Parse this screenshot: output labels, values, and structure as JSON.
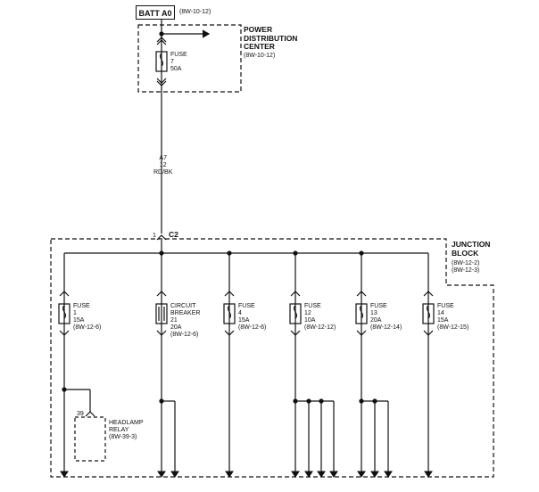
{
  "batt": {
    "label": "BATT A0",
    "ref": "(8W-10-12)"
  },
  "pdc": {
    "title_lines": [
      "POWER",
      "DISTRIBUTION",
      "CENTER"
    ],
    "ref": "(8W-10-12)",
    "fuse_lines": [
      "FUSE",
      "7",
      "50A"
    ]
  },
  "wire": {
    "lines": [
      "A7",
      "12",
      "RD/BK"
    ]
  },
  "connector": {
    "pin": "1",
    "name": "C2"
  },
  "junction": {
    "title_lines": [
      "JUNCTION",
      "BLOCK"
    ],
    "refs": [
      "(8W-12-2)",
      "(8W-12-3)"
    ]
  },
  "fuses": [
    {
      "lines": [
        "FUSE",
        "1",
        "15A",
        "(8W-12-6)"
      ]
    },
    {
      "lines": [
        "CIRCUIT",
        "BREAKER",
        "21",
        "20A",
        "(8W-12-6)"
      ]
    },
    {
      "lines": [
        "FUSE",
        "4",
        "15A",
        "(8W-12-6)"
      ]
    },
    {
      "lines": [
        "FUSE",
        "12",
        "10A",
        "(8W-12-12)"
      ]
    },
    {
      "lines": [
        "FUSE",
        "13",
        "20A",
        "(8W-12-14)"
      ]
    },
    {
      "lines": [
        "FUSE",
        "14",
        "15A",
        "(8W-12-15)"
      ]
    }
  ],
  "relay": {
    "pin": "39",
    "lines": [
      "HEADLAMP",
      "RELAY",
      "(8W-39-3)"
    ]
  }
}
